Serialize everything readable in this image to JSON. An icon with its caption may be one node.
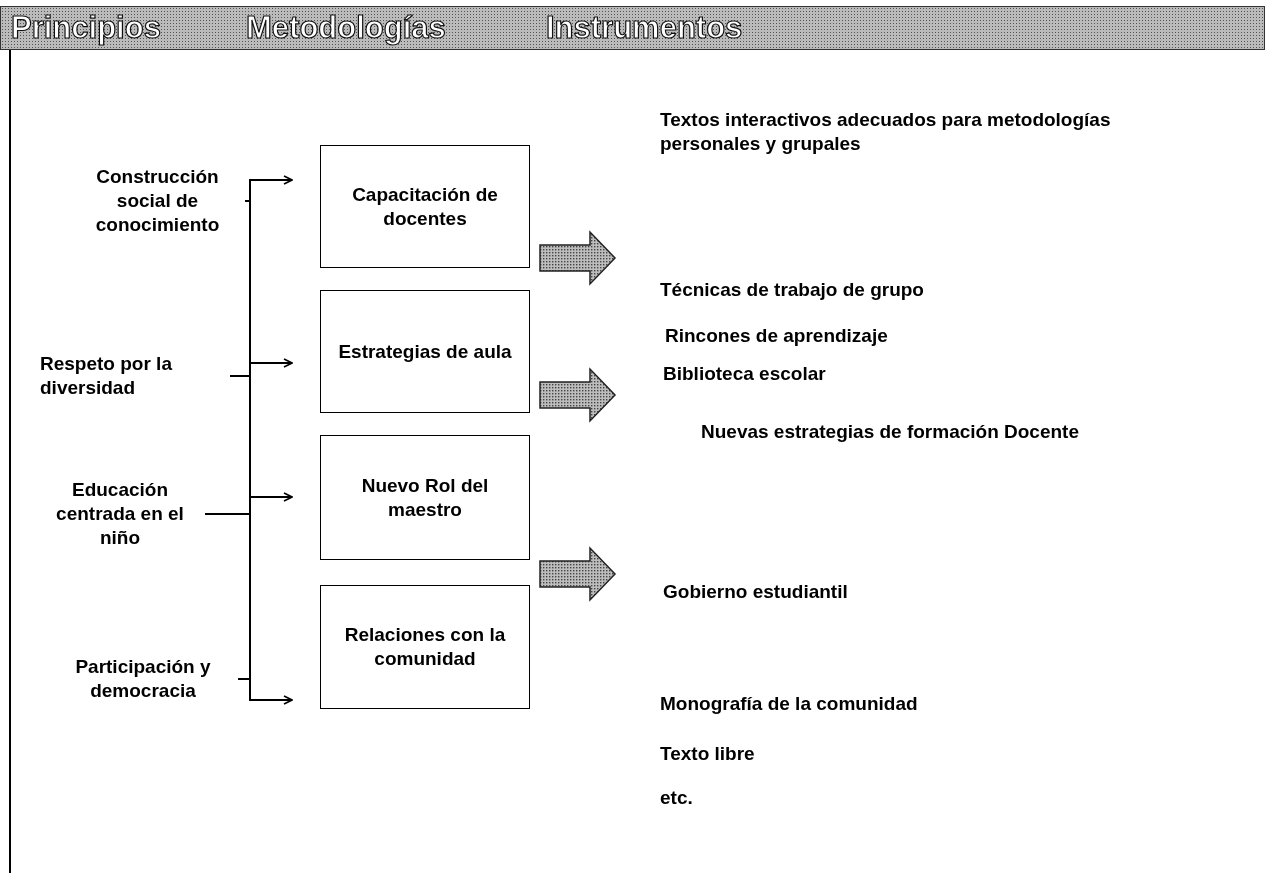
{
  "diagram": {
    "nodes": [
      {
        "text": [
          "Principios",
          "Metodologías",
          "Instrumentos"
        ]
      },
      {
        "text": [
          "Construcción social de conocimiento"
        ]
      },
      {
        "text": [
          "Respeto por la diversidad"
        ]
      },
      {
        "text": [
          "Educación centrada en el niño"
        ]
      },
      {
        "text": [
          "Participación y democracia"
        ]
      },
      {
        "text": [
          "Capacitación de docentes"
        ]
      },
      {
        "text": [
          "Estrategias de aula"
        ]
      },
      {
        "text": [
          "Nuevo Rol del maestro"
        ]
      },
      {
        "text": [
          "Relaciones con la comunidad"
        ]
      }
    ],
    "edges": [
      {
        "from": 1,
        "to": 5,
        "arrow": "to"
      },
      {
        "from": 2,
        "to": 6,
        "arrow": "to"
      },
      {
        "from": 3,
        "to": 7,
        "arrow": "to"
      },
      {
        "from": 4,
        "to": 8,
        "arrow": "to"
      }
    ],
    "labels": [
      "Textos interactivos  adecuados para metodologías personales y grupales",
      "Técnicas de trabajo de grupo",
      "Rincones de  aprendizaje",
      "Biblioteca escolar",
      "Nuevas estrategias de formación Docente",
      "Gobierno estudiantil",
      "Monografía de la comunidad",
      "Texto libre",
      "etc."
    ]
  }
}
